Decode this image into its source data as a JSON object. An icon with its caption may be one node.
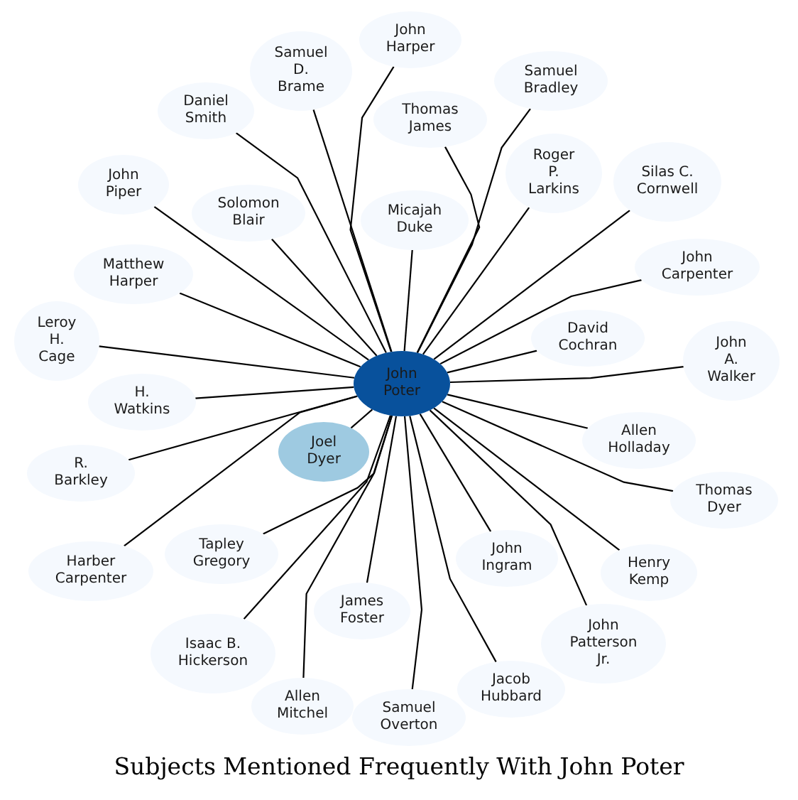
{
  "diagram": {
    "title": "Subjects Mentioned Frequently With John Poter",
    "nodes": [
      {
        "text": [
          "John Poter"
        ]
      },
      {
        "text": [
          "John Harper"
        ]
      },
      {
        "text": [
          "Samuel D. Brame"
        ]
      },
      {
        "text": [
          "Samuel Bradley"
        ]
      },
      {
        "text": [
          "Daniel Smith"
        ]
      },
      {
        "text": [
          "Thomas James"
        ]
      },
      {
        "text": [
          "Roger P. Larkins"
        ]
      },
      {
        "text": [
          "Silas C. Cornwell"
        ]
      },
      {
        "text": [
          "John Piper"
        ]
      },
      {
        "text": [
          "Solomon Blair"
        ]
      },
      {
        "text": [
          "Micajah Duke"
        ]
      },
      {
        "text": [
          "Matthew Harper"
        ]
      },
      {
        "text": [
          "John Carpenter"
        ]
      },
      {
        "text": [
          "Leroy H. Cage"
        ]
      },
      {
        "text": [
          "David Cochran"
        ]
      },
      {
        "text": [
          "John A. Walker"
        ]
      },
      {
        "text": [
          "H. Watkins"
        ]
      },
      {
        "text": [
          "Joel Dyer"
        ]
      },
      {
        "text": [
          "Allen Holladay"
        ]
      },
      {
        "text": [
          "R. Barkley"
        ]
      },
      {
        "text": [
          "Thomas Dyer"
        ]
      },
      {
        "text": [
          "Harber Carpenter"
        ]
      },
      {
        "text": [
          "Tapley Gregory"
        ]
      },
      {
        "text": [
          "John Ingram"
        ]
      },
      {
        "text": [
          "Henry Kemp"
        ]
      },
      {
        "text": [
          "James Foster"
        ]
      },
      {
        "text": [
          "John Patterson Jr."
        ]
      },
      {
        "text": [
          "Isaac B. Hickerson"
        ]
      },
      {
        "text": [
          "Jacob Hubbard"
        ]
      },
      {
        "text": [
          "Allen Mitchel"
        ]
      },
      {
        "text": [
          "Samuel Overton"
        ]
      }
    ],
    "edges": [
      {
        "from": 0,
        "to": 1,
        "arrow": "none"
      },
      {
        "from": 0,
        "to": 2,
        "arrow": "none"
      },
      {
        "from": 0,
        "to": 3,
        "arrow": "none"
      },
      {
        "from": 0,
        "to": 4,
        "arrow": "none"
      },
      {
        "from": 0,
        "to": 5,
        "arrow": "none"
      },
      {
        "from": 0,
        "to": 6,
        "arrow": "none"
      },
      {
        "from": 0,
        "to": 7,
        "arrow": "none"
      },
      {
        "from": 0,
        "to": 8,
        "arrow": "none"
      },
      {
        "from": 0,
        "to": 9,
        "arrow": "none"
      },
      {
        "from": 0,
        "to": 10,
        "arrow": "none"
      },
      {
        "from": 0,
        "to": 11,
        "arrow": "none"
      },
      {
        "from": 0,
        "to": 12,
        "arrow": "none"
      },
      {
        "from": 0,
        "to": 13,
        "arrow": "none"
      },
      {
        "from": 0,
        "to": 14,
        "arrow": "none"
      },
      {
        "from": 0,
        "to": 15,
        "arrow": "none"
      },
      {
        "from": 0,
        "to": 16,
        "arrow": "none"
      },
      {
        "from": 0,
        "to": 17,
        "arrow": "none"
      },
      {
        "from": 0,
        "to": 18,
        "arrow": "none"
      },
      {
        "from": 0,
        "to": 19,
        "arrow": "none"
      },
      {
        "from": 0,
        "to": 20,
        "arrow": "none"
      },
      {
        "from": 0,
        "to": 21,
        "arrow": "none"
      },
      {
        "from": 0,
        "to": 22,
        "arrow": "none"
      },
      {
        "from": 0,
        "to": 23,
        "arrow": "none"
      },
      {
        "from": 0,
        "to": 24,
        "arrow": "none"
      },
      {
        "from": 0,
        "to": 25,
        "arrow": "none"
      },
      {
        "from": 0,
        "to": 26,
        "arrow": "none"
      },
      {
        "from": 0,
        "to": 27,
        "arrow": "none"
      },
      {
        "from": 0,
        "to": 28,
        "arrow": "none"
      },
      {
        "from": 0,
        "to": 29,
        "arrow": "none"
      },
      {
        "from": 0,
        "to": 30,
        "arrow": "none"
      }
    ]
  }
}
